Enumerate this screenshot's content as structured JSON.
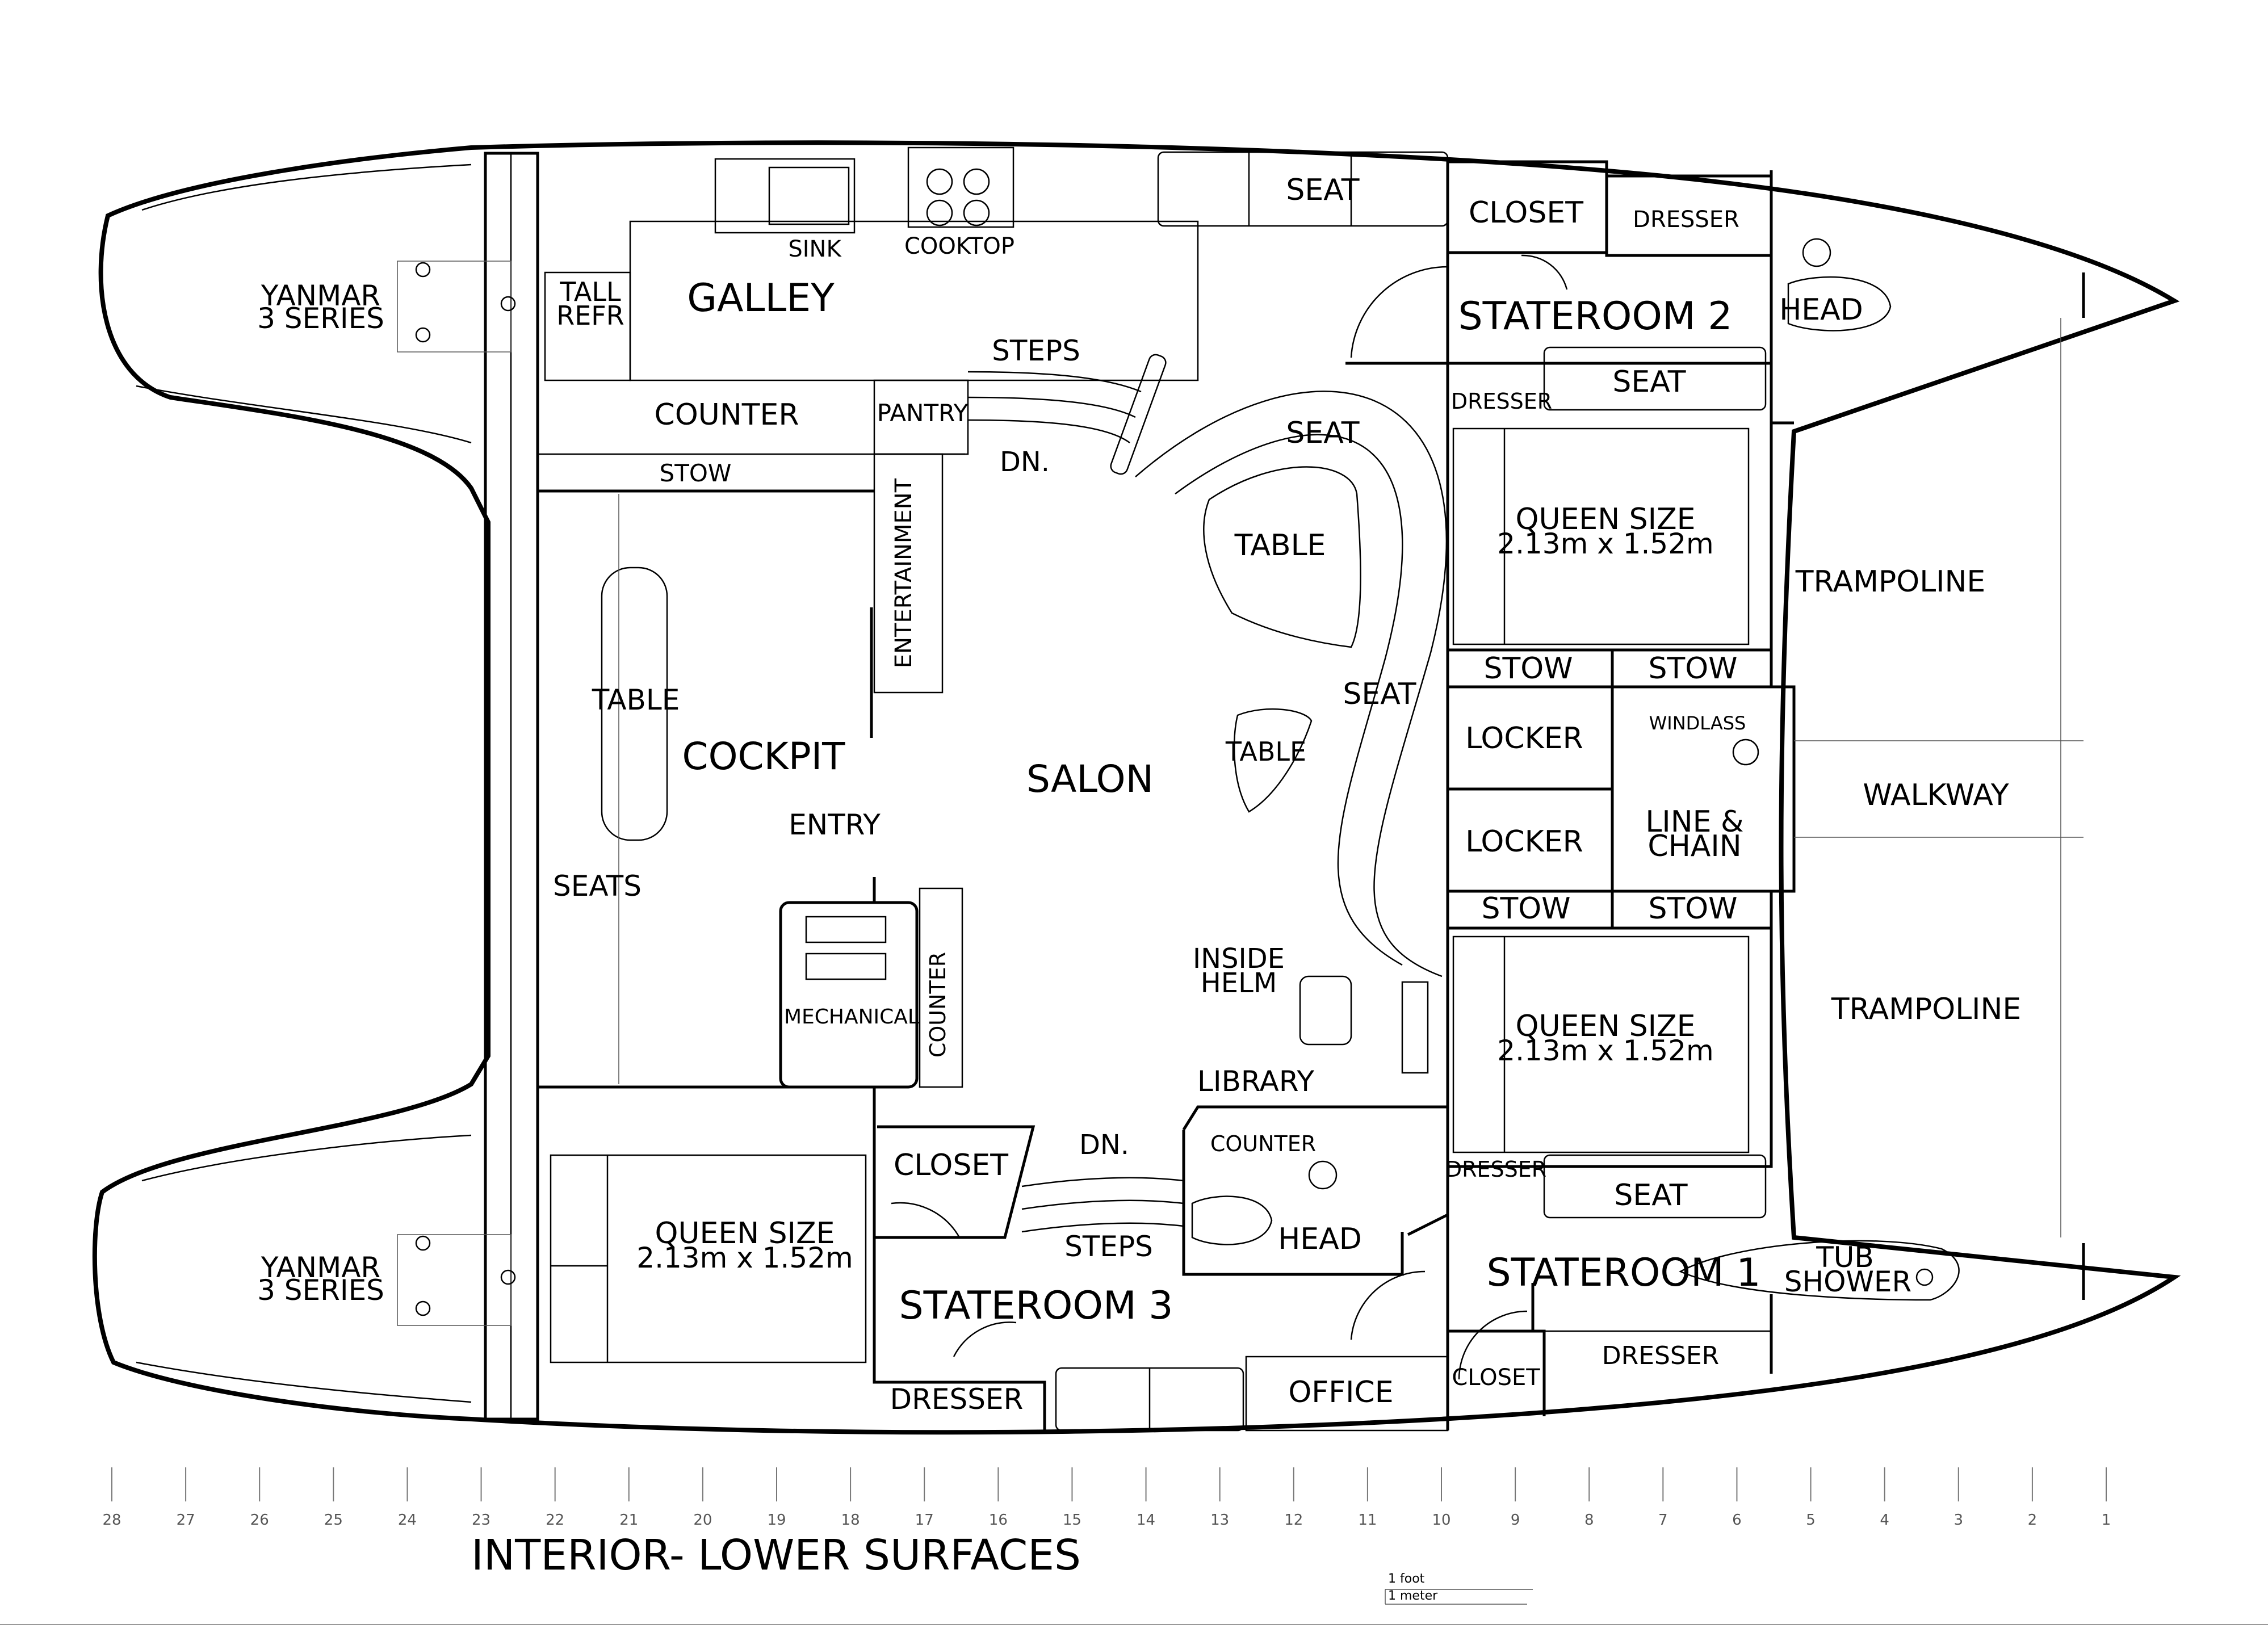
{
  "title": "INTERIOR- LOWER SURFACES",
  "scale_legend": {
    "foot": "1 foot",
    "meter": "1 meter"
  },
  "ruler_ticks": [
    "28",
    "27",
    "26",
    "25",
    "24",
    "23",
    "22",
    "21",
    "20",
    "19",
    "18",
    "17",
    "16",
    "15",
    "14",
    "13",
    "12",
    "11",
    "10",
    "9",
    "8",
    "7",
    "6",
    "5",
    "4",
    "3",
    "2",
    "1"
  ],
  "labels": {
    "engine_top_1": "YANMAR",
    "engine_top_2": "3 SERIES",
    "engine_bottom_1": "YANMAR",
    "engine_bottom_2": "3 SERIES",
    "tall_refr_1": "TALL",
    "tall_refr_2": "REFR",
    "galley": "GALLEY",
    "sink": "SINK",
    "cooktop": "COOKTOP",
    "counter_galley": "COUNTER",
    "pantry": "PANTRY",
    "stow_galley": "STOW",
    "steps_top": "STEPS",
    "dn_top": "DN.",
    "seat_top": "SEAT",
    "seat_salon_top": "SEAT",
    "table_salon": "TABLE",
    "seat_salon_mid": "SEAT",
    "table_small": "TABLE",
    "entertainment": "ENTERTAINMENT",
    "table_cockpit": "TABLE",
    "cockpit": "COCKPIT",
    "salon": "SALON",
    "entry": "ENTRY",
    "seats": "SEATS",
    "mechanical": "MECHANICAL",
    "counter_mech": "COUNTER",
    "inside_helm_1": "INSIDE",
    "inside_helm_2": "HELM",
    "library": "LIBRARY",
    "closet_s2": "CLOSET",
    "dresser_s2": "DRESSER",
    "head_s2": "HEAD",
    "stateroom_2": "STATEROOM 2",
    "dresser_s2b": "DRESSER",
    "seat_s2": "SEAT",
    "queen_s2_1": "QUEEN SIZE",
    "queen_s2_2": "2.13m x 1.52m",
    "trampoline_top": "TRAMPOLINE",
    "stow_a": "STOW",
    "stow_b": "STOW",
    "locker_a": "LOCKER",
    "locker_b": "LOCKER",
    "windlass": "WINDLASS",
    "line_chain_1": "LINE &",
    "line_chain_2": "CHAIN",
    "walkway": "WALKWAY",
    "stow_c": "STOW",
    "stow_d": "STOW",
    "queen_s1_1": "QUEEN SIZE",
    "queen_s1_2": "2.13m x 1.52m",
    "trampoline_bottom": "TRAMPOLINE",
    "dresser_s1b": "DRESSER",
    "seat_s1": "SEAT",
    "stateroom_1": "STATEROOM 1",
    "tub_1": "TUB",
    "tub_2": "SHOWER",
    "closet_s1": "CLOSET",
    "dresser_s1": "DRESSER",
    "office": "OFFICE",
    "counter_head": "COUNTER",
    "head_s3": "HEAD",
    "dn_bottom": "DN.",
    "steps_bottom": "STEPS",
    "closet_s3": "CLOSET",
    "queen_s3_1": "QUEEN SIZE",
    "queen_s3_2": "2.13m x 1.52m",
    "stateroom_3": "STATEROOM 3",
    "dresser_s3": "DRESSER"
  }
}
